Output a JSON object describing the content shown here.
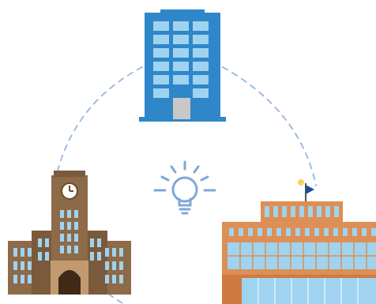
{
  "diagram": {
    "nodes": [
      {
        "id": "office",
        "icon": "office-tower-icon",
        "color": "#2f86c9"
      },
      {
        "id": "university",
        "icon": "university-clock-tower-icon",
        "color": "#8d6a48"
      },
      {
        "id": "school",
        "icon": "school-building-icon",
        "color": "#dd8f55"
      }
    ],
    "center": {
      "icon": "lightbulb-idea-icon",
      "color": "#7fa8d8"
    },
    "connectors": [
      {
        "from": "office",
        "to": "university",
        "style": "dashed-arc"
      },
      {
        "from": "office",
        "to": "school",
        "style": "dashed-arc"
      },
      {
        "from": "university",
        "to": "school",
        "style": "dashed-arc"
      }
    ],
    "colors": {
      "arc": "#9dbde0",
      "glass": "#9fd3ef",
      "door_gray": "#c8c8c8",
      "brick_dark": "#6b4a2c",
      "flag": "#1d4f8f",
      "pole_ball": "#f2d35a"
    }
  }
}
